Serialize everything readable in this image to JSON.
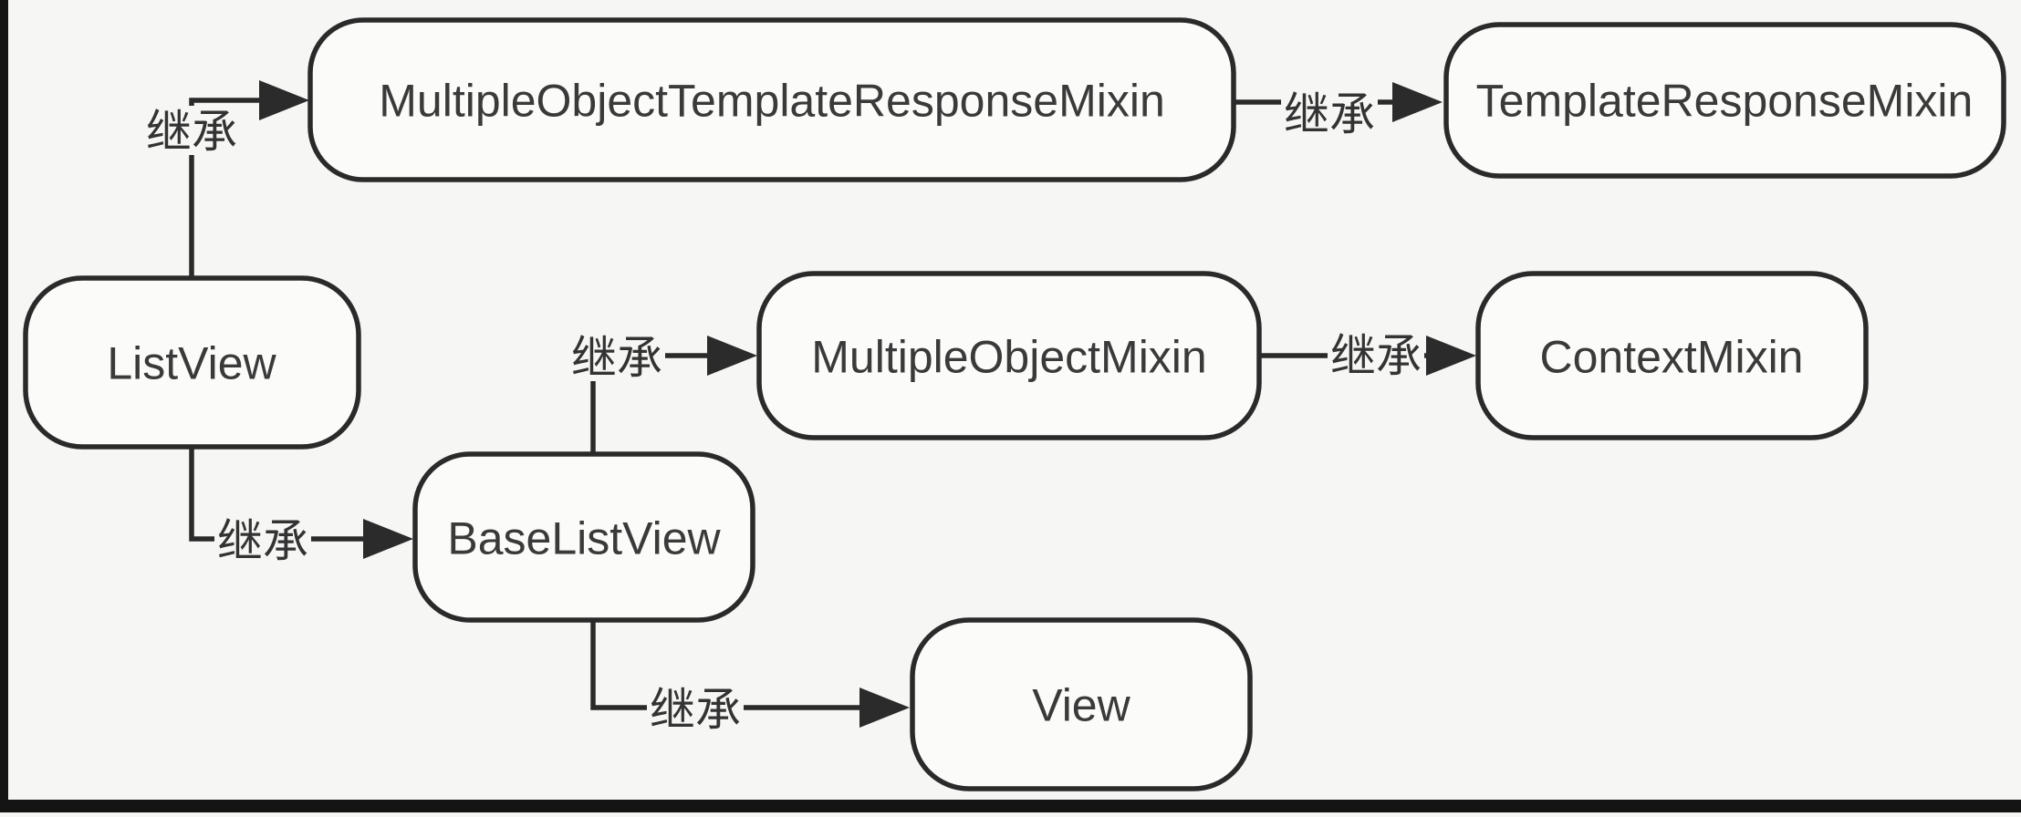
{
  "diagram": {
    "description_labels": {
      "inherit": "继承"
    },
    "nodes": [
      {
        "id": "list-view",
        "label": "ListView"
      },
      {
        "id": "multiple-object-template-response-mixin",
        "label": "MultipleObjectTemplateResponseMixin"
      },
      {
        "id": "template-response-mixin",
        "label": "TemplateResponseMixin"
      },
      {
        "id": "base-list-view",
        "label": "BaseListView"
      },
      {
        "id": "multiple-object-mixin",
        "label": "MultipleObjectMixin"
      },
      {
        "id": "context-mixin",
        "label": "ContextMixin"
      },
      {
        "id": "view",
        "label": "View"
      }
    ],
    "edges": [
      {
        "from": "ListView",
        "to": "MultipleObjectTemplateResponseMixin",
        "label": "继承"
      },
      {
        "from": "MultipleObjectTemplateResponseMixin",
        "to": "TemplateResponseMixin",
        "label": "继承"
      },
      {
        "from": "ListView",
        "to": "BaseListView",
        "label": "继承"
      },
      {
        "from": "BaseListView",
        "to": "MultipleObjectMixin",
        "label": "继承"
      },
      {
        "from": "MultipleObjectMixin",
        "to": "ContextMixin",
        "label": "继承"
      },
      {
        "from": "BaseListView",
        "to": "View",
        "label": "继承"
      }
    ],
    "colors": {
      "background": "#f6f6f4",
      "node_fill": "#fbfbf9",
      "line": "#2a2a2a",
      "text": "#3a3a3a",
      "frame": "#141414"
    }
  }
}
